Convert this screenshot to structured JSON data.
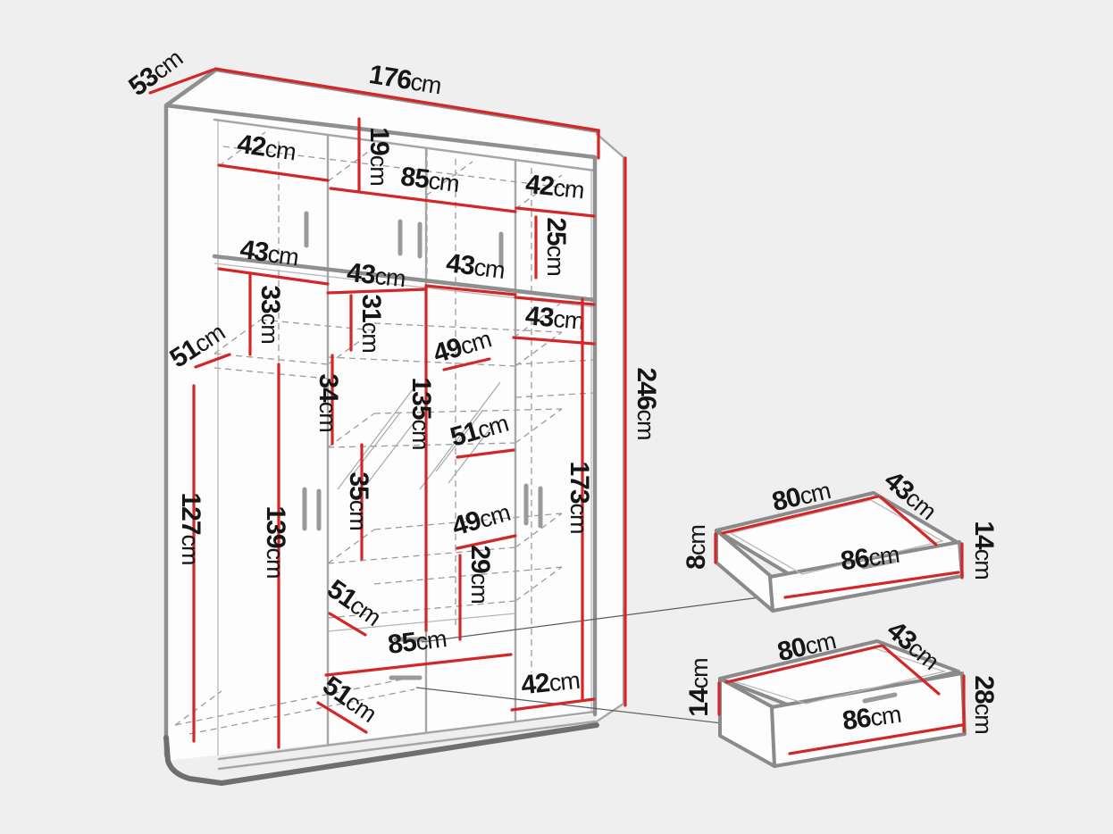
{
  "colors": {
    "dimension_red": "#d32727",
    "outline_gray": "#8f8f8f",
    "label_black": "#161616"
  },
  "dims": {
    "wardrobe": {
      "depth": {
        "num": "53",
        "unit": "cm"
      },
      "total_width": {
        "num": "176",
        "unit": "cm"
      },
      "top_left_width": {
        "num": "42",
        "unit": "cm"
      },
      "top_gap_height": {
        "num": "19",
        "unit": "cm"
      },
      "top_mid_width": {
        "num": "85",
        "unit": "cm"
      },
      "top_right_width": {
        "num": "42",
        "unit": "cm"
      },
      "top_doors_height": {
        "num": "25",
        "unit": "cm"
      },
      "upper_left_width": {
        "num": "43",
        "unit": "cm"
      },
      "upper_left_height": {
        "num": "33",
        "unit": "cm"
      },
      "upper_mid_width": {
        "num": "43",
        "unit": "cm"
      },
      "upper_mid_height": {
        "num": "31",
        "unit": "cm"
      },
      "upper_center_width": {
        "num": "43",
        "unit": "cm"
      },
      "upper_right_width": {
        "num": "43",
        "unit": "cm"
      },
      "upper_left_depth": {
        "num": "51",
        "unit": "cm"
      },
      "upper_mid_depth": {
        "num": "49",
        "unit": "cm"
      },
      "mid_gap_height": {
        "num": "34",
        "unit": "cm"
      },
      "mirror_height": {
        "num": "135",
        "unit": "cm"
      },
      "mid_depth": {
        "num": "51",
        "unit": "cm"
      },
      "lower_gap_height": {
        "num": "35",
        "unit": "cm"
      },
      "lower_mid_depth": {
        "num": "49",
        "unit": "cm"
      },
      "shelf_gap_height": {
        "num": "29",
        "unit": "cm"
      },
      "left_inner_height": {
        "num": "127",
        "unit": "cm"
      },
      "hanging_height": {
        "num": "139",
        "unit": "cm"
      },
      "right_inner_height": {
        "num": "173",
        "unit": "cm"
      },
      "lower_depth": {
        "num": "51",
        "unit": "cm"
      },
      "bottom_mid_width": {
        "num": "85",
        "unit": "cm"
      },
      "bottom_depth": {
        "num": "51",
        "unit": "cm"
      },
      "bottom_right_width": {
        "num": "42",
        "unit": "cm"
      },
      "total_height": {
        "num": "246",
        "unit": "cm"
      }
    },
    "drawer_top": {
      "back_width": {
        "num": "80",
        "unit": "cm"
      },
      "side_depth": {
        "num": "43",
        "unit": "cm"
      },
      "back_height": {
        "num": "8",
        "unit": "cm"
      },
      "front_height": {
        "num": "14",
        "unit": "cm"
      },
      "front_width": {
        "num": "86",
        "unit": "cm"
      }
    },
    "drawer_bottom": {
      "back_width": {
        "num": "80",
        "unit": "cm"
      },
      "side_depth": {
        "num": "43",
        "unit": "cm"
      },
      "back_height": {
        "num": "14",
        "unit": "cm"
      },
      "front_height": {
        "num": "28",
        "unit": "cm"
      },
      "front_width": {
        "num": "86",
        "unit": "cm"
      }
    }
  }
}
